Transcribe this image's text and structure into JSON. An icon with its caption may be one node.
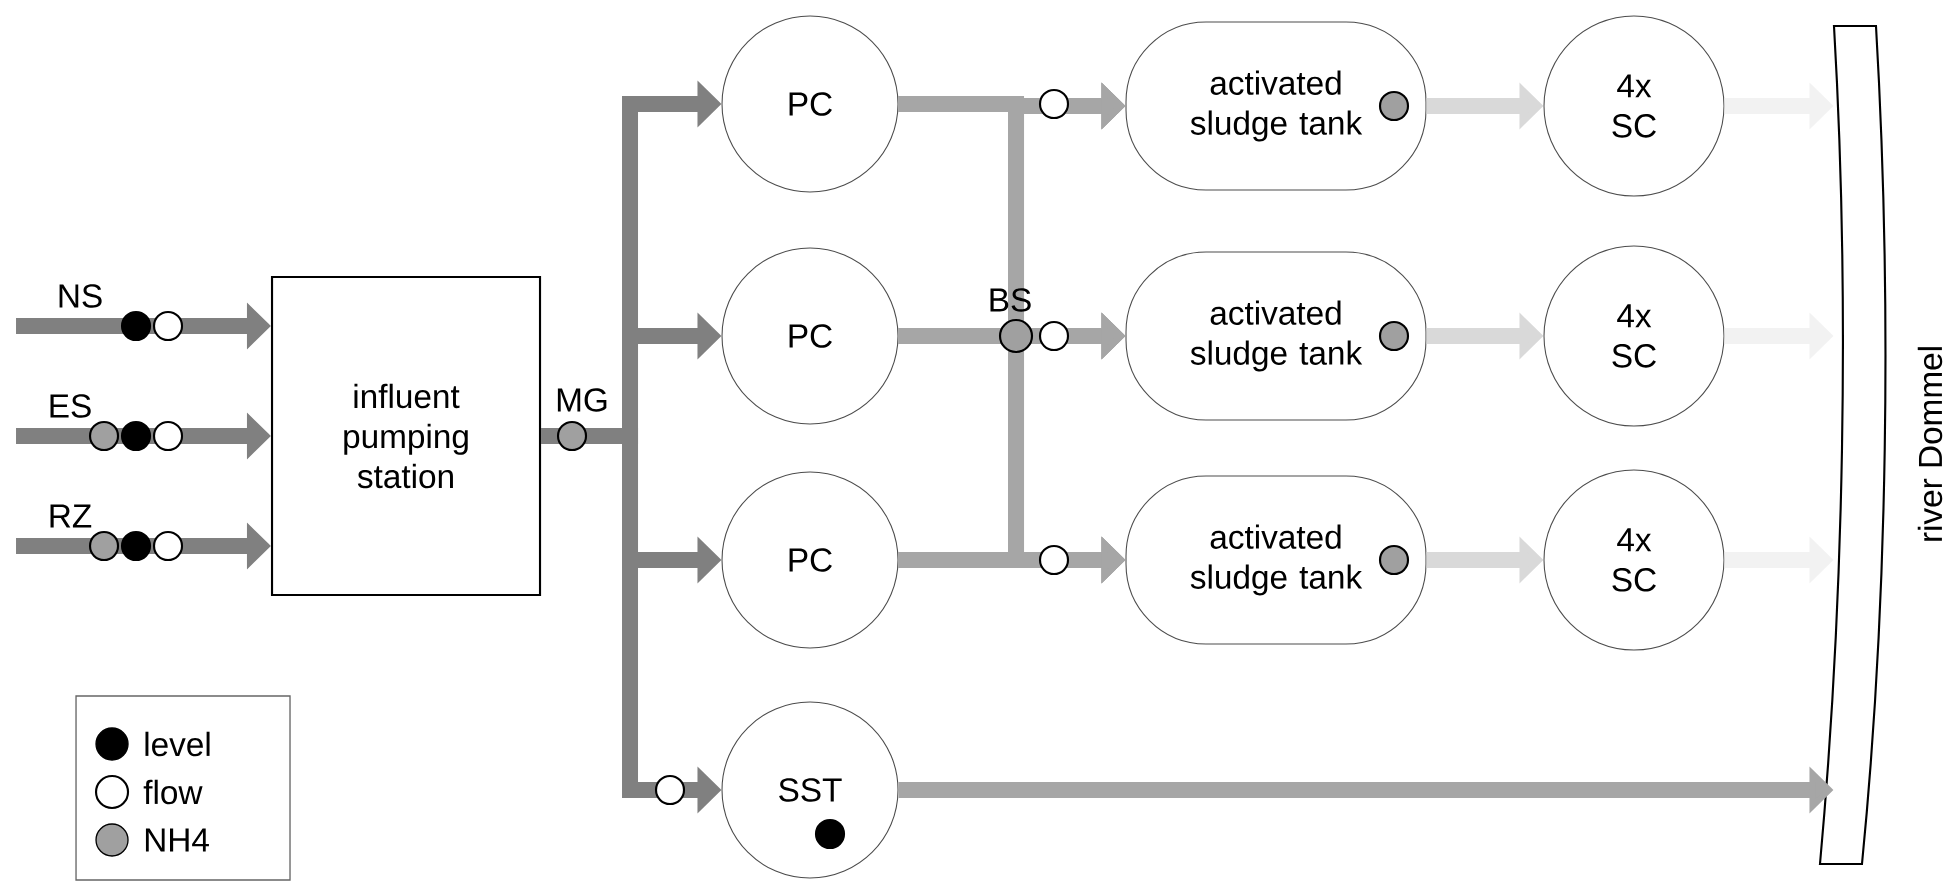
{
  "diagram": {
    "nodes": [
      {
        "text": [
          "influent pumping station"
        ]
      },
      {
        "text": [
          "PC"
        ]
      },
      {
        "text": [
          "PC"
        ]
      },
      {
        "text": [
          "PC"
        ]
      },
      {
        "text": [
          "SST"
        ]
      },
      {
        "text": [
          "activated sludge tank"
        ]
      },
      {
        "text": [
          "activated sludge tank"
        ]
      },
      {
        "text": [
          "activated sludge tank"
        ]
      },
      {
        "text": [
          "4x SC"
        ]
      },
      {
        "text": [
          "4x SC"
        ]
      },
      {
        "text": [
          "4x SC"
        ]
      },
      {
        "text": [
          "river Dommel"
        ]
      }
    ],
    "edges": [
      {
        "from": null,
        "to": 0,
        "arrow": "to",
        "label": "NS",
        "color": "#808080"
      },
      {
        "from": null,
        "to": 0,
        "arrow": "to",
        "label": "ES",
        "color": "#808080"
      },
      {
        "from": null,
        "to": 0,
        "arrow": "to",
        "label": "RZ",
        "color": "#808080"
      },
      {
        "from": 0,
        "to": 1,
        "arrow": "to",
        "color": "#808080"
      },
      {
        "from": 0,
        "to": 2,
        "arrow": "to",
        "color": "#808080"
      },
      {
        "from": 0,
        "to": 3,
        "arrow": "to",
        "color": "#808080"
      },
      {
        "from": 0,
        "to": 4,
        "arrow": "to",
        "color": "#808080"
      },
      {
        "from": 1,
        "to": 5,
        "arrow": "to"
      },
      {
        "from": 1,
        "to": 6,
        "arrow": "to"
      },
      {
        "from": 1,
        "to": 7,
        "arrow": "to"
      },
      {
        "from": 2,
        "to": 5,
        "arrow": "to"
      },
      {
        "from": 2,
        "to": 6,
        "arrow": "to"
      },
      {
        "from": 2,
        "to": 7,
        "arrow": "to"
      },
      {
        "from": 3,
        "to": 5,
        "arrow": "to"
      },
      {
        "from": 3,
        "to": 6,
        "arrow": "to"
      },
      {
        "from": 3,
        "to": 7,
        "arrow": "to"
      },
      {
        "from": 4,
        "to": 11,
        "arrow": "to"
      },
      {
        "from": 5,
        "to": 8,
        "arrow": "to",
        "color": "#d9d9d9"
      },
      {
        "from": 6,
        "to": 9,
        "arrow": "to",
        "color": "#d9d9d9"
      },
      {
        "from": 7,
        "to": 10,
        "arrow": "to",
        "color": "#d9d9d9"
      },
      {
        "from": 8,
        "to": 11,
        "arrow": "to",
        "color": "#f2f2f2"
      },
      {
        "from": 9,
        "to": 11,
        "arrow": "to",
        "color": "#f2f2f2"
      },
      {
        "from": 10,
        "to": 11,
        "arrow": "to",
        "color": "#f2f2f2"
      }
    ],
    "labels": [
      "MG",
      "BS"
    ],
    "legend": [
      {
        "text": "level",
        "color": "#000000"
      },
      {
        "text": "flow"
      },
      {
        "text": "NH4",
        "color": "#a0a0a0"
      }
    ]
  }
}
